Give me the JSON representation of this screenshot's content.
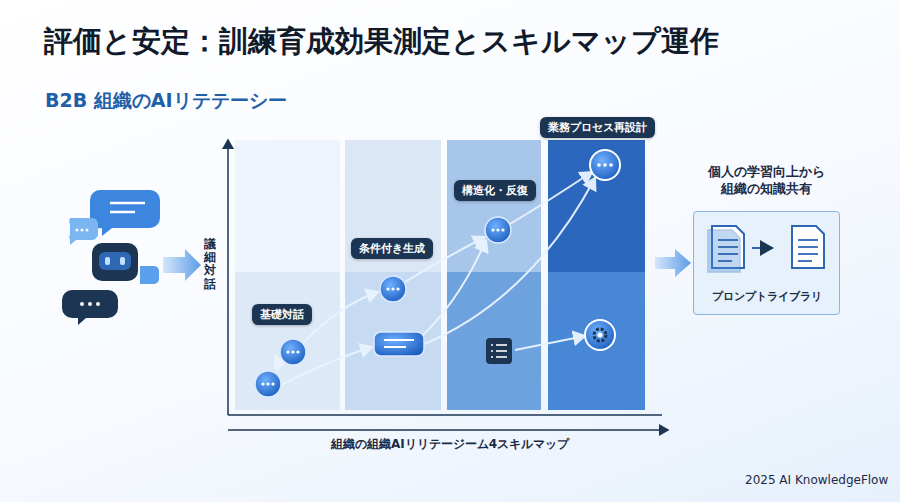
{
  "diagram": {
    "title": "評価と安定：訓練育成効果測定とスキルマップ運作",
    "nodes": [
      {
        "text": [
          "基礎対話"
        ]
      },
      {
        "text": [
          "条件付き生成"
        ]
      },
      {
        "text": [
          "構造化・反復"
        ]
      },
      {
        "text": [
          "業務プロセス再設計"
        ]
      },
      {
        "text": [
          "個人の学習向上から 組織の知識共有",
          "プロンプトライブラリ"
        ]
      }
    ],
    "labels": [
      "B2B 組織のAIリテテーシー",
      "議細対話",
      "組織の組織AIリリテージーム4スキルマップ",
      "2025 AI KnowledgeFlow"
    ]
  }
}
